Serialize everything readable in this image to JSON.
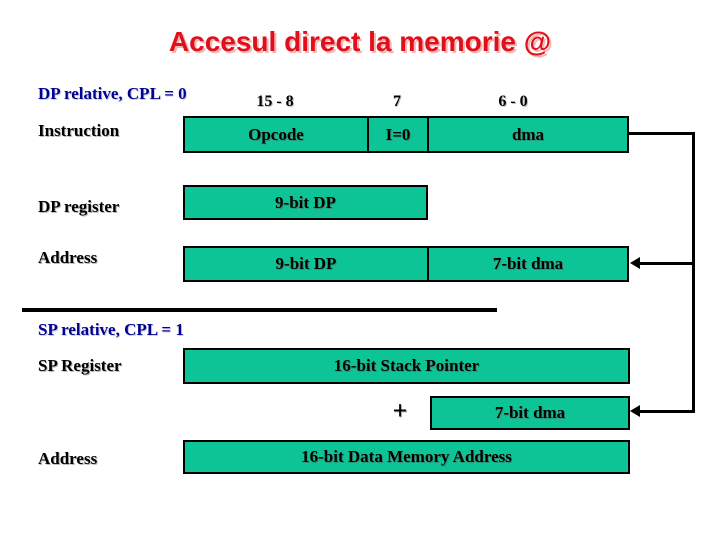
{
  "title": "Accesul direct la memorie @",
  "dp": {
    "heading": "DP relative, CPL = 0",
    "bit_headers": [
      "15 - 8",
      "7",
      "6 - 0"
    ],
    "instruction_label": "Instruction",
    "instruction_cells": [
      "Opcode",
      "I=0",
      "dma"
    ],
    "dp_register_label": "DP register",
    "dp_register_value": "9-bit DP",
    "address_label": "Address",
    "address_cells": [
      "9-bit DP",
      "7-bit dma"
    ]
  },
  "sp": {
    "heading": "SP relative, CPL = 1",
    "sp_register_label": "SP Register",
    "sp_register_value": "16-bit Stack Pointer",
    "plus_operator": "+",
    "dma_value": "7-bit dma",
    "address_label": "Address",
    "address_value": "16-bit Data Memory Address"
  },
  "colors": {
    "box_teal": "#0cc495",
    "title_red": "#e00f1a",
    "heading_navy": "#000091",
    "line_black": "#000000"
  }
}
